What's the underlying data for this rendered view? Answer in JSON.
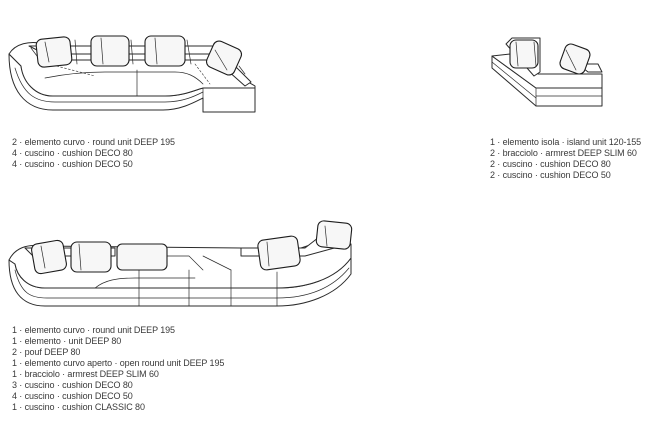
{
  "configurations": [
    {
      "components": [
        "2 · elemento curvo · round unit DEEP 195",
        "4 · cuscino · cushion DECO 80",
        "4 · cuscino · cushion DECO 50"
      ]
    },
    {
      "components": [
        "1 · elemento isola · island unit 120-155",
        "2 · bracciolo · armrest DEEP SLIM 60",
        "2 · cuscino · cushion DECO 80",
        "2 · cuscino · cushion DECO 50"
      ]
    },
    {
      "components": [
        "1 · elemento curvo · round unit DEEP 195",
        "1 · elemento · unit DEEP 80",
        "2 · pouf DEEP 80",
        "1 · elemento curvo aperto · open round unit DEEP 195",
        "1 · bracciolo · armrest DEEP SLIM 60",
        "3 · cuscino · cushion DECO 80",
        "4 · cuscino · cushion DECO 50",
        "1 · cuscino · cushion CLASSIC 80"
      ]
    }
  ]
}
